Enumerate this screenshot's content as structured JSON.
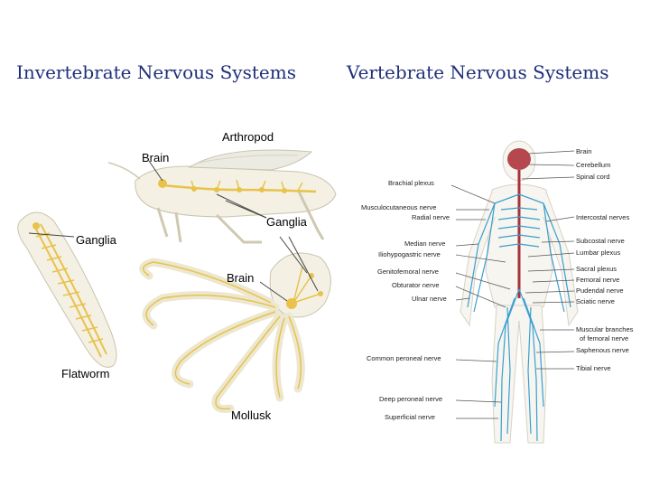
{
  "headings": {
    "left": "Invertebrate Nervous Systems",
    "right": "Vertebrate Nervous Systems"
  },
  "invertebrate_labels": {
    "arthropod": "Arthropod",
    "brain_top": "Brain",
    "ganglia_right": "Ganglia",
    "ganglia_left": "Ganglia",
    "brain_mollusk": "Brain",
    "flatworm": "Flatworm",
    "mollusk": "Mollusk"
  },
  "vertebrate_labels": {
    "left": [
      "Brachial plexus",
      "Musculocutaneous nerve",
      "Radial nerve",
      "Median nerve",
      "Iliohypogastric nerve",
      "Genitofemoral nerve",
      "Obturator nerve",
      "Ulnar nerve",
      "Common peroneal nerve",
      "Deep peroneal nerve",
      "Superficial nerve"
    ],
    "right": [
      "Brain",
      "Cerebellum",
      "Spinal cord",
      "Intercostal nerves",
      "Subcostal nerve",
      "Lumbar plexus",
      "Sacral plexus",
      "Femoral nerve",
      "Pudendal nerve",
      "Sciatic nerve",
      "Muscular branches",
      "of femoral nerve",
      "Saphenous nerve",
      "Tibial nerve"
    ]
  },
  "colors": {
    "heading": "#1f2f7a",
    "nerve_yellow": "#e8c24a",
    "body_fill": "#f4f1e4",
    "nerve_blue": "#3a9fd0",
    "spinal_red": "#a8323a"
  }
}
